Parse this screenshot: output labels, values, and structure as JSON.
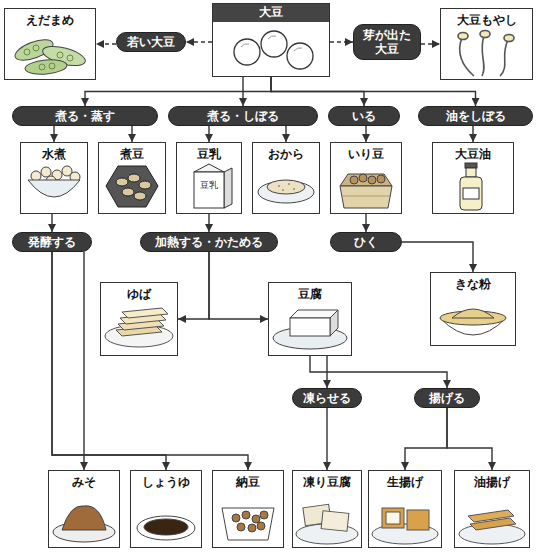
{
  "diagram": {
    "nodes": [
      {
        "text": [
          "えだまめ"
        ]
      },
      {
        "text": [
          "若い大豆"
        ]
      },
      {
        "text": [
          "大豆"
        ]
      },
      {
        "text": [
          "芽が出た 大豆"
        ]
      },
      {
        "text": [
          "大豆もやし"
        ]
      },
      {
        "text": [
          "煮る・蒸す"
        ]
      },
      {
        "text": [
          "煮る・しぼる"
        ]
      },
      {
        "text": [
          "いる"
        ]
      },
      {
        "text": [
          "油をしぼる"
        ]
      },
      {
        "text": [
          "水煮"
        ]
      },
      {
        "text": [
          "煮豆"
        ]
      },
      {
        "text": [
          "豆乳"
        ]
      },
      {
        "text": [
          "おから"
        ]
      },
      {
        "text": [
          "いり豆"
        ]
      },
      {
        "text": [
          "大豆油"
        ]
      },
      {
        "text": [
          "発酵する"
        ]
      },
      {
        "text": [
          "加熱する・かためる"
        ]
      },
      {
        "text": [
          "ひく"
        ]
      },
      {
        "text": [
          "ゆば"
        ]
      },
      {
        "text": [
          "豆腐"
        ]
      },
      {
        "text": [
          "きな粉"
        ]
      },
      {
        "text": [
          "凍らせる"
        ]
      },
      {
        "text": [
          "揚げる"
        ]
      },
      {
        "text": [
          "みそ"
        ]
      },
      {
        "text": [
          "しょうゆ"
        ]
      },
      {
        "text": [
          "納豆"
        ]
      },
      {
        "text": [
          "凍り豆腐"
        ]
      },
      {
        "text": [
          "生揚げ"
        ]
      },
      {
        "text": [
          "油揚げ"
        ]
      }
    ],
    "edges": [
      {
        "from": 2,
        "to": 1,
        "arrow": "to"
      },
      {
        "from": 1,
        "to": 0,
        "arrow": "to"
      },
      {
        "from": 2,
        "to": 3,
        "arrow": "to"
      },
      {
        "from": 3,
        "to": 4,
        "arrow": "to"
      },
      {
        "from": 2,
        "to": 5,
        "arrow": "to"
      },
      {
        "from": 2,
        "to": 6,
        "arrow": "to"
      },
      {
        "from": 2,
        "to": 7,
        "arrow": "to"
      },
      {
        "from": 2,
        "to": 8,
        "arrow": "to"
      },
      {
        "from": 5,
        "to": 9,
        "arrow": "to"
      },
      {
        "from": 5,
        "to": 10,
        "arrow": "to"
      },
      {
        "from": 6,
        "to": 11,
        "arrow": "to"
      },
      {
        "from": 6,
        "to": 12,
        "arrow": "to"
      },
      {
        "from": 7,
        "to": 13,
        "arrow": "to"
      },
      {
        "from": 8,
        "to": 14,
        "arrow": "to"
      },
      {
        "from": 9,
        "to": 15,
        "arrow": "to"
      },
      {
        "from": 11,
        "to": 16,
        "arrow": "to"
      },
      {
        "from": 13,
        "to": 17,
        "arrow": "to"
      },
      {
        "from": 15,
        "to": 23,
        "arrow": "to"
      },
      {
        "from": 15,
        "to": 24,
        "arrow": "to"
      },
      {
        "from": 15,
        "to": 25,
        "arrow": "to"
      },
      {
        "from": 16,
        "to": 18,
        "arrow": "to"
      },
      {
        "from": 16,
        "to": 19,
        "arrow": "to"
      },
      {
        "from": 17,
        "to": 20,
        "arrow": "to"
      },
      {
        "from": 19,
        "to": 21,
        "arrow": "to"
      },
      {
        "from": 19,
        "to": 22,
        "arrow": "to"
      },
      {
        "from": 21,
        "to": 26,
        "arrow": "to"
      },
      {
        "from": 22,
        "to": 27,
        "arrow": "to"
      },
      {
        "from": 22,
        "to": 28,
        "arrow": "to"
      }
    ],
    "labels": [
      "豆乳"
    ]
  }
}
